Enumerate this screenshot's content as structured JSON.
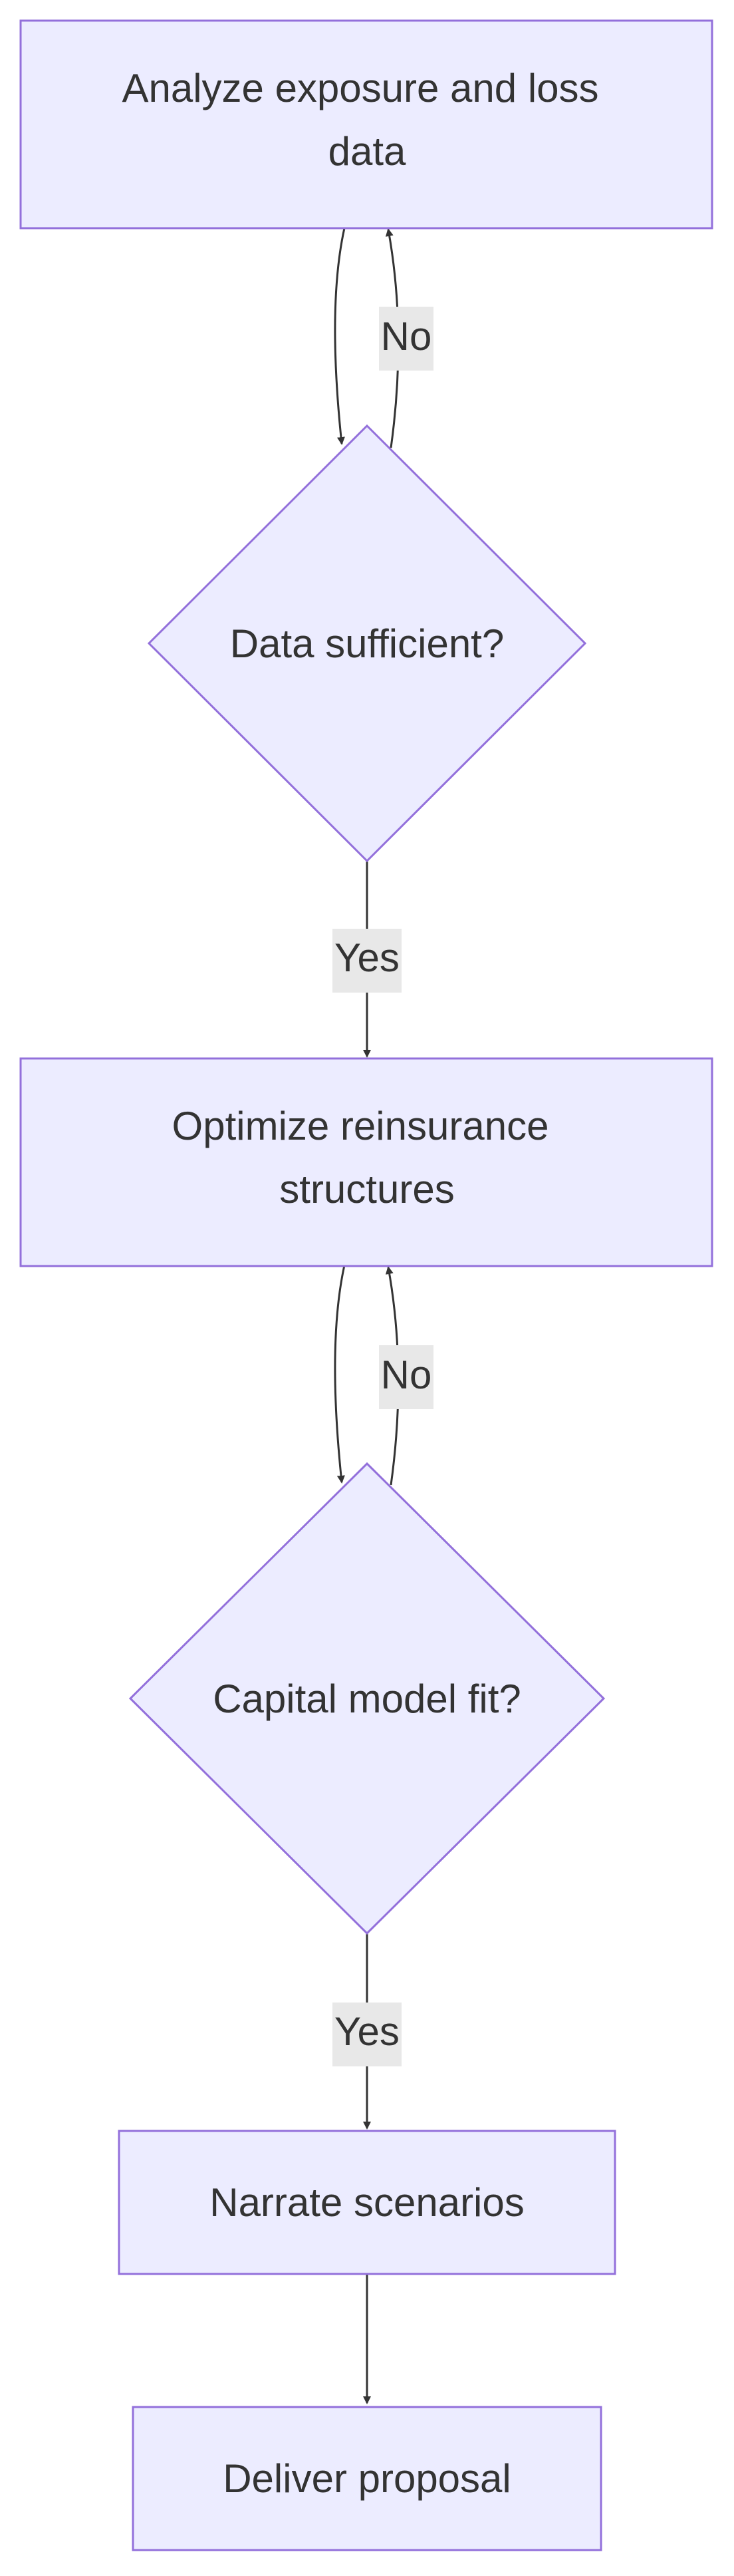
{
  "nodes": {
    "analyze": {
      "line1": "Analyze exposure and loss",
      "line2": "data"
    },
    "data_sufficient": {
      "label": "Data sufficient?"
    },
    "optimize": {
      "line1": "Optimize reinsurance",
      "line2": "structures"
    },
    "capital_fit": {
      "label": "Capital model fit?"
    },
    "narrate": {
      "label": "Narrate scenarios"
    },
    "deliver": {
      "label": "Deliver proposal"
    }
  },
  "edges": {
    "sufficient_no": "No",
    "sufficient_yes": "Yes",
    "capital_no": "No",
    "capital_yes": "Yes"
  },
  "colors": {
    "node_fill": "#ECECFF",
    "node_stroke": "#9370DB",
    "edge": "#333333",
    "label_bg": "#e8e8e8"
  }
}
